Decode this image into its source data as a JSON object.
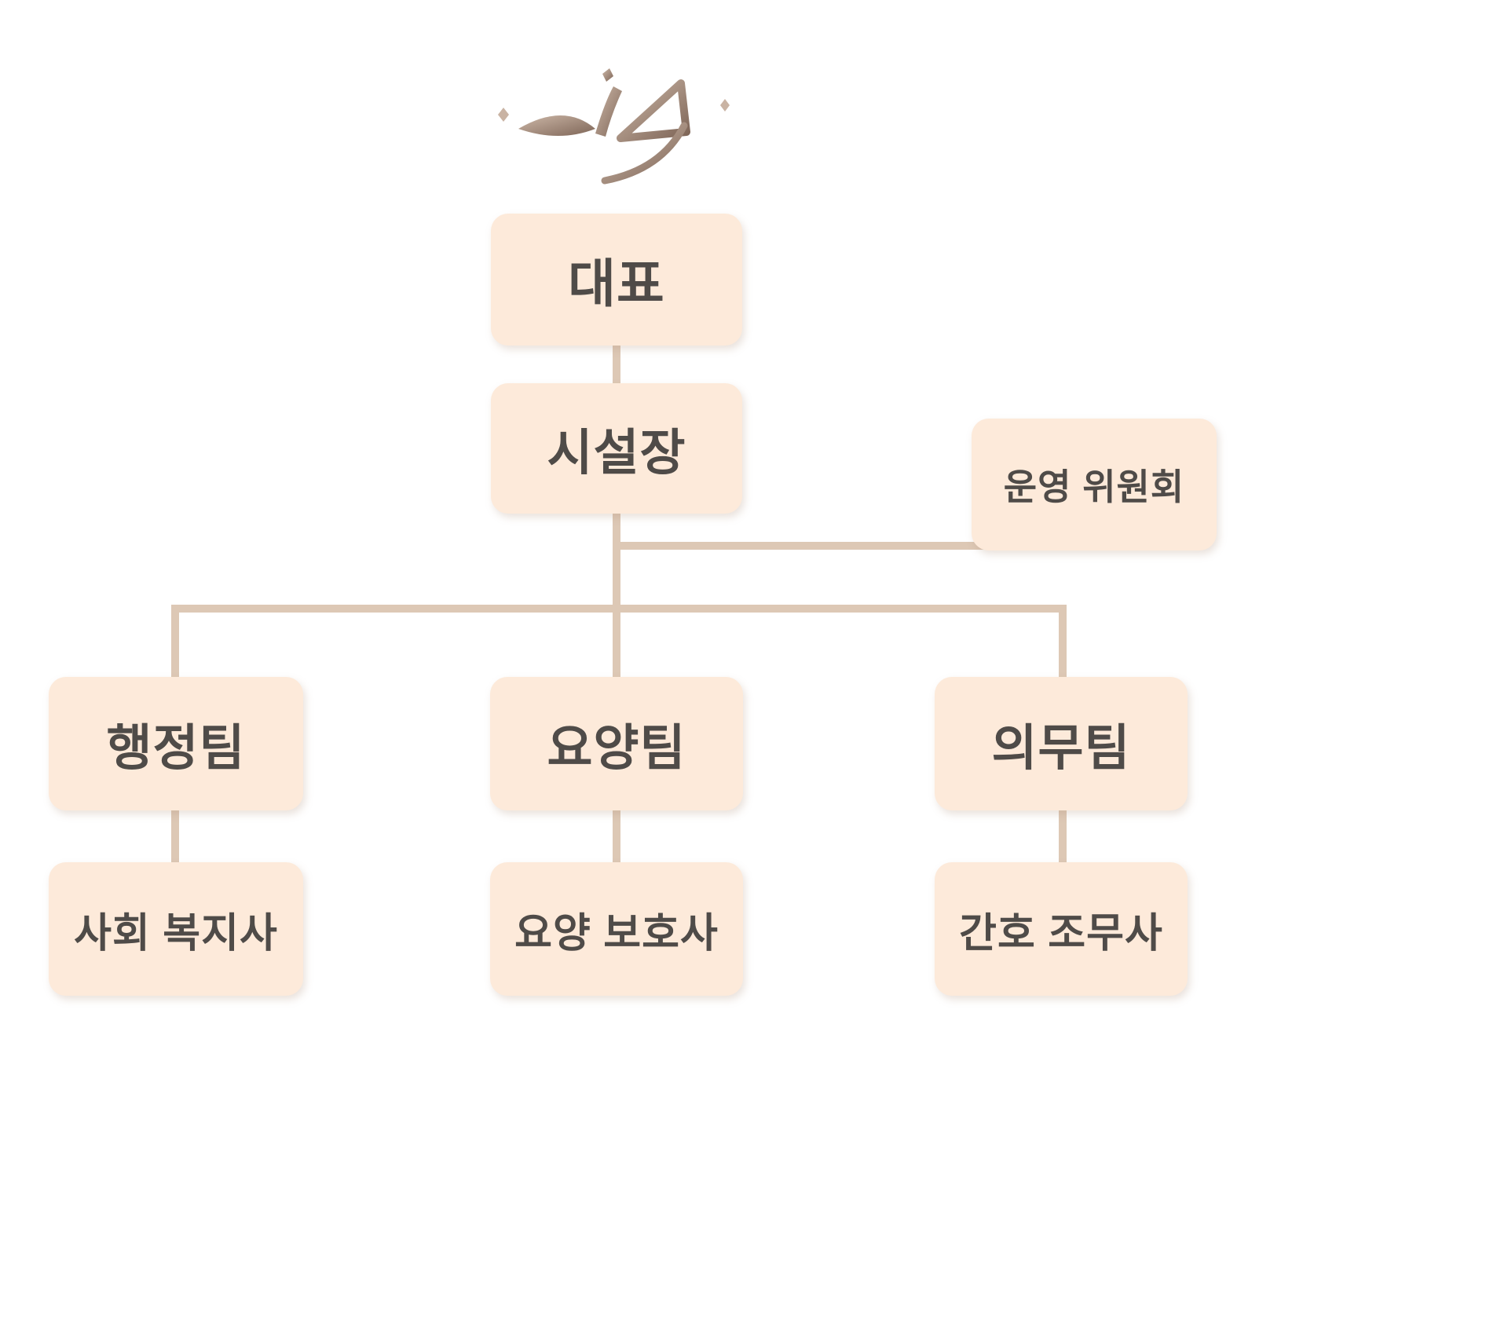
{
  "colors": {
    "background": "#ffffff",
    "box_fill": "#fdeada",
    "connector": "#ddc8b5",
    "text": "#4f4b48",
    "logo_light": "#c9b3a3",
    "logo_dark": "#82685a"
  },
  "logo": {
    "name": "vip-monogram-logo"
  },
  "chart_data": {
    "type": "org-chart",
    "nodes": {
      "ceo": {
        "label": "대표"
      },
      "director": {
        "label": "시설장"
      },
      "committee": {
        "label": "운영 위원회"
      },
      "admin_team": {
        "label": "행정팀"
      },
      "care_team": {
        "label": "요양팀"
      },
      "medical_team": {
        "label": "의무팀"
      },
      "social_worker": {
        "label": "사회 복지사"
      },
      "care_worker": {
        "label": "요양 보호사"
      },
      "nursing_assistant": {
        "label": "간호 조무사"
      }
    },
    "edges": [
      [
        "대표",
        "시설장"
      ],
      [
        "시설장",
        "운영 위원회"
      ],
      [
        "시설장",
        "행정팀"
      ],
      [
        "시설장",
        "요양팀"
      ],
      [
        "시설장",
        "의무팀"
      ],
      [
        "행정팀",
        "사회 복지사"
      ],
      [
        "요양팀",
        "요양 보호사"
      ],
      [
        "의무팀",
        "간호 조무사"
      ]
    ]
  }
}
